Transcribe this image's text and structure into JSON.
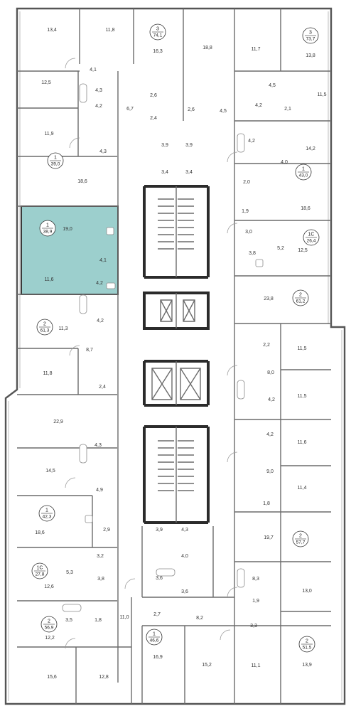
{
  "plan": {
    "highlight_color": "#9ccfcd",
    "apartments": [
      {
        "num": "3",
        "total": "74,1"
      },
      {
        "num": "3",
        "total": "73,7"
      },
      {
        "num": "1",
        "total": "39,0"
      },
      {
        "num": "1",
        "total": "43,0"
      },
      {
        "num": "1",
        "total": "38,9"
      },
      {
        "num": "1C",
        "total": "26,4"
      },
      {
        "num": "2",
        "total": "61,2"
      },
      {
        "num": "2",
        "total": "61,3"
      },
      {
        "num": "1",
        "total": "42,3"
      },
      {
        "num": "2",
        "total": "57,7"
      },
      {
        "num": "1C",
        "total": "27,8"
      },
      {
        "num": "2",
        "total": "56,9"
      },
      {
        "num": "1",
        "total": "46,6"
      },
      {
        "num": "2",
        "total": "51,5"
      }
    ],
    "room_areas": [
      "13,4",
      "11,8",
      "16,3",
      "18,8",
      "11,7",
      "13,8",
      "12,5",
      "4,1",
      "4,3",
      "6,7",
      "2,6",
      "2,6",
      "4,5",
      "4,5",
      "11,5",
      "4,2",
      "2,4",
      "4,2",
      "2,1",
      "11,9",
      "3,9",
      "3,9",
      "4,2",
      "14,2",
      "4,3",
      "3,4",
      "3,4",
      "4,0",
      "18,6",
      "2,0",
      "18,6",
      "1,9",
      "19,0",
      "3,0",
      "5,2",
      "12,5",
      "3,8",
      "4,1",
      "11,6",
      "4,2",
      "23,8",
      "4,2",
      "11,3",
      "2,2",
      "8,7",
      "11,5",
      "8,0",
      "11,8",
      "2,4",
      "11,5",
      "4,2",
      "22,9",
      "4,2",
      "11,6",
      "4,3",
      "14,5",
      "9,0",
      "4,9",
      "11,4",
      "1,8",
      "18,6",
      "2,9",
      "19,7",
      "3,9",
      "4,3",
      "4,0",
      "3,2",
      "3,8",
      "5,3",
      "8,3",
      "12,6",
      "3,6",
      "3,6",
      "13,0",
      "1,9",
      "11,0",
      "3,5",
      "1,8",
      "2,7",
      "8,2",
      "3,3",
      "12,2",
      "15,6",
      "12,8",
      "16,9",
      "15,2",
      "11,1",
      "13,9"
    ]
  }
}
